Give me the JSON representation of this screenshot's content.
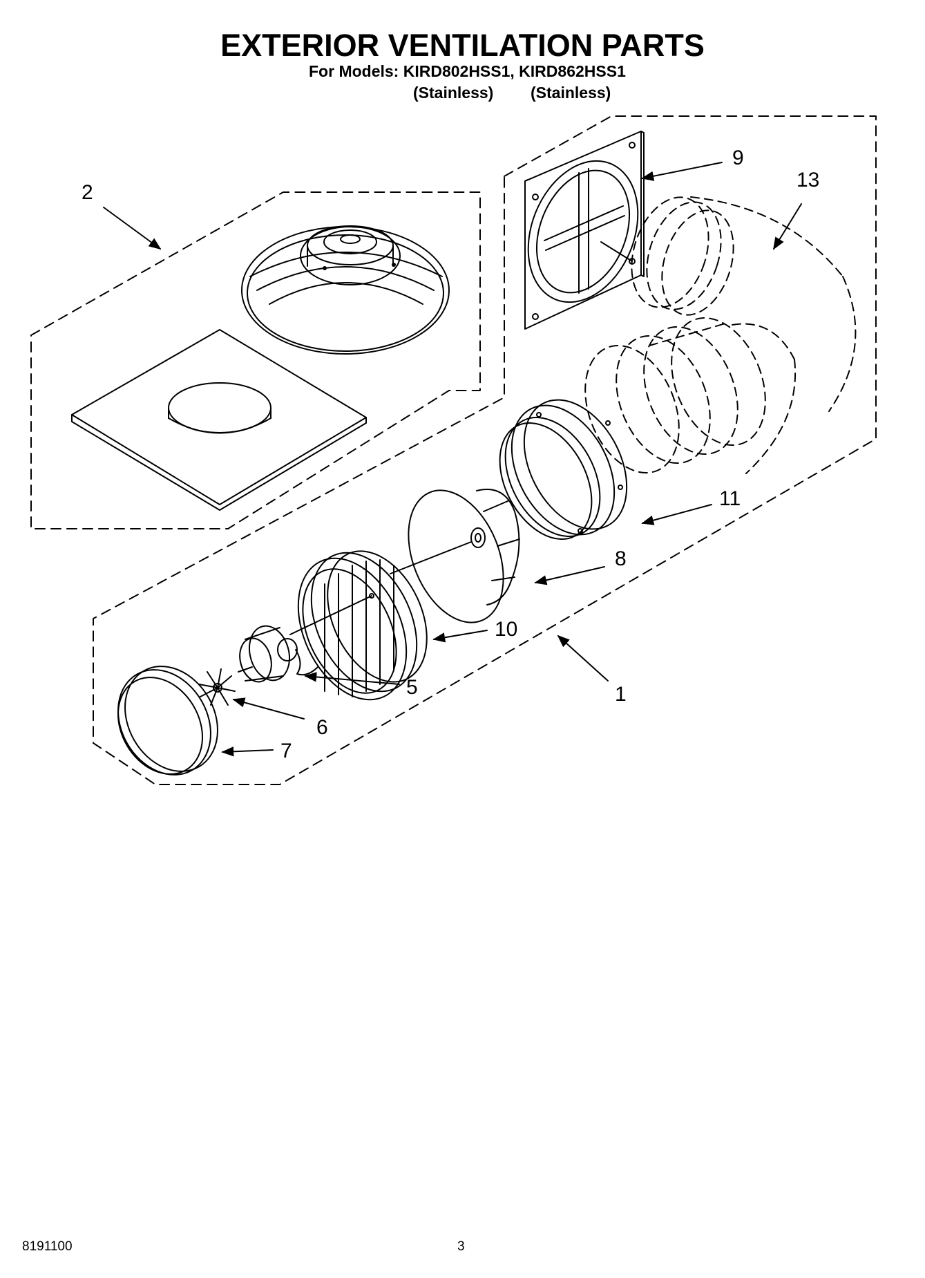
{
  "header": {
    "title": "EXTERIOR VENTILATION PARTS",
    "models_line": "For Models: KIRD802HSS1, KIRD862HSS1",
    "finish_1": "(Stainless)",
    "finish_2": "(Stainless)"
  },
  "callouts": {
    "c1": "1",
    "c2": "2",
    "c5": "5",
    "c6": "6",
    "c7": "7",
    "c8": "8",
    "c9": "9",
    "c10": "10",
    "c11": "11",
    "c13": "13"
  },
  "footer": {
    "doc_number": "8191100",
    "page_number": "3"
  }
}
